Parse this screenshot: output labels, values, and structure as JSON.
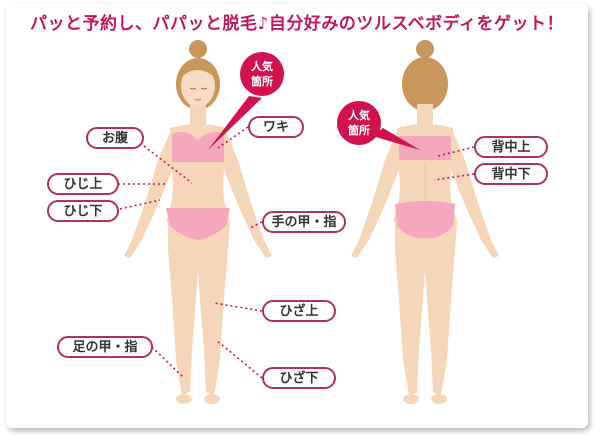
{
  "headline": "パッと予約し、パパッと脱毛♪自分好みのツルスベボディをゲット！",
  "popular_badge": {
    "line1": "人気",
    "line2": "箇所"
  },
  "front_labels": {
    "belly": "お腹",
    "upper_arm": "ひじ上",
    "lower_arm": "ひじ下",
    "underarm": "ワキ",
    "hand": "手の甲・指",
    "above_knee": "ひざ上",
    "foot": "足の甲・指",
    "below_knee": "ひざ下"
  },
  "back_labels": {
    "upper_back": "背中上",
    "lower_back": "背中下"
  },
  "colors": {
    "accent": "#c0185a",
    "badge": "#d1124f",
    "callout_border": "#b0325a",
    "skin": "#f6d6b8",
    "underwear": "#f4a7bd",
    "hair": "#c9965a"
  }
}
